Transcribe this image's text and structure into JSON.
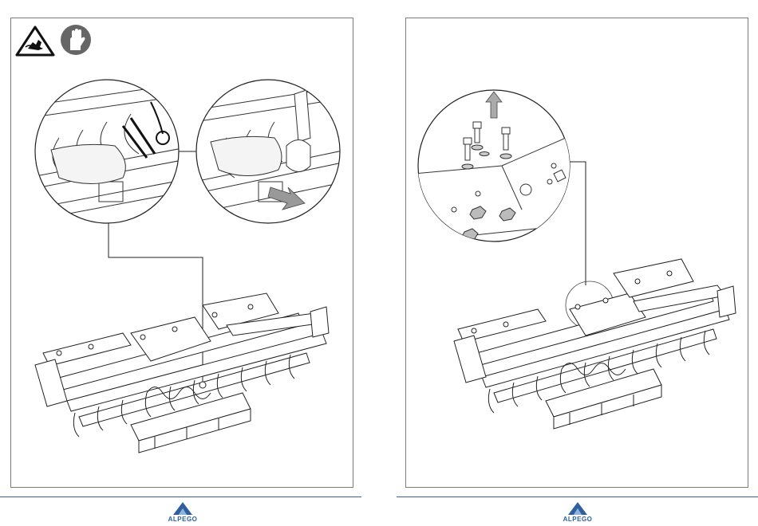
{
  "left_page": {
    "warning_icon": "hand-entanglement-warning-icon",
    "ppe_icon": "wear-gloves-icon",
    "detail_left": "cut-cable-tie-with-pliers",
    "detail_right": "remove-bag-from-roller",
    "machine": "folded-cultivator-on-pallet"
  },
  "right_page": {
    "detail": "remove-transport-bolts",
    "machine": "folded-cultivator-on-pallet"
  },
  "footer": {
    "brand": "ALPEGO",
    "brand_color": "#2f5f9e"
  }
}
